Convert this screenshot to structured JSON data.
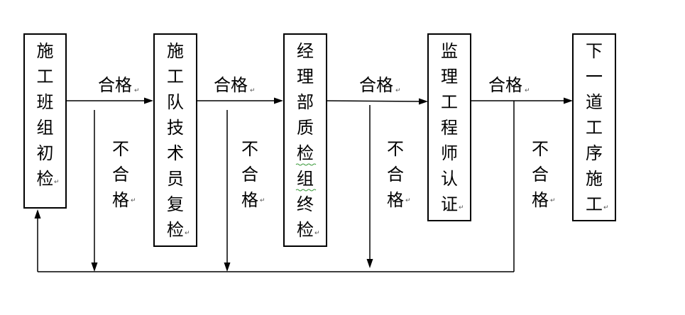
{
  "boxes": [
    {
      "text": "施工班组初检"
    },
    {
      "text": "施工队技术员复检"
    },
    {
      "text": "经理部质检组终检"
    },
    {
      "text": "监理工程师认证"
    },
    {
      "text": "下一道工序施工"
    }
  ],
  "pass_labels": [
    "合格",
    "合格",
    "合格",
    "合格"
  ],
  "fail_labels": [
    "不合格",
    "不合格",
    "不合格",
    "不合格"
  ],
  "paragraph_mark": "↵",
  "colors": {
    "line": "#000000",
    "spellcheck": "#3a9a3a"
  }
}
